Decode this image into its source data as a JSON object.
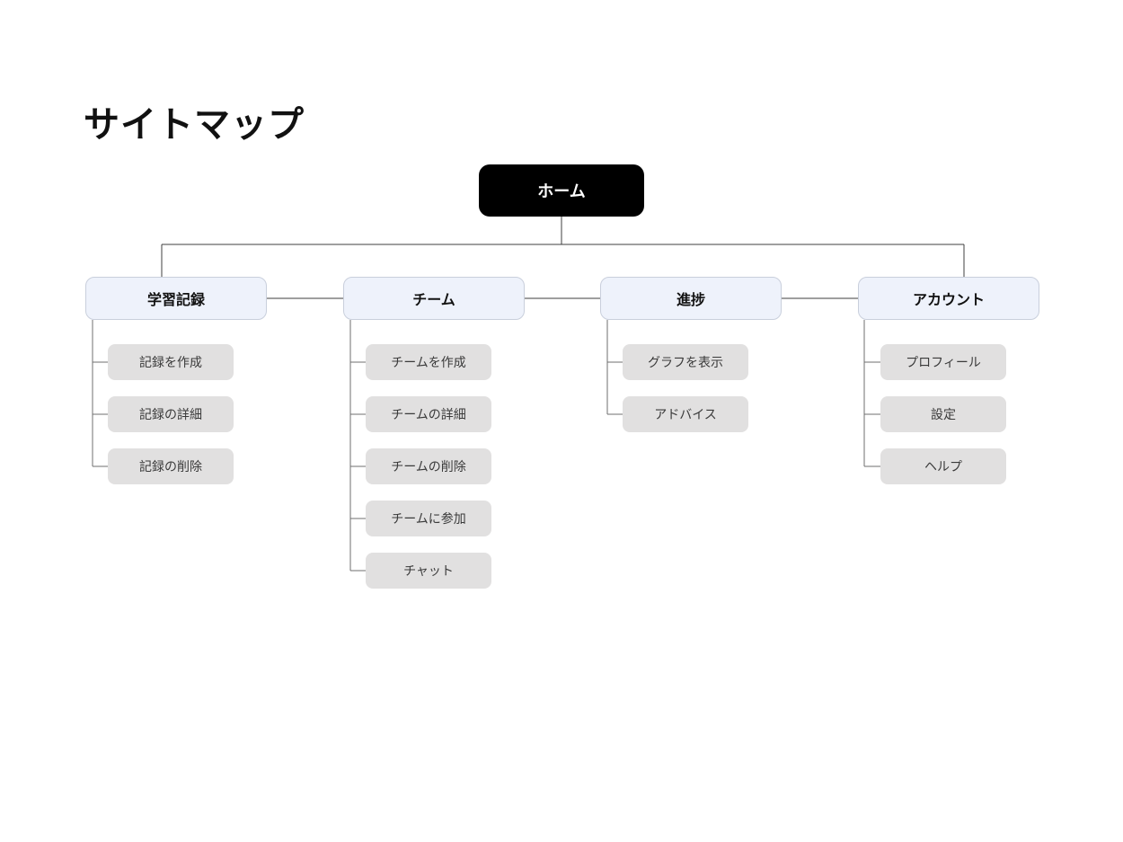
{
  "page": {
    "title": "サイトマップ"
  },
  "colors": {
    "page_bg": "#ffffff",
    "title_color": "#111111",
    "home_bg": "#000000",
    "home_text": "#ffffff",
    "section_fill": "#eef2fb",
    "section_border": "#c9cfdc",
    "section_text": "#111111",
    "child_fill": "#e1e0e0",
    "child_text": "#3a3a3a",
    "line_dark": "#3f3f3f",
    "line_gray": "#6f6f6f"
  },
  "tree": {
    "root": {
      "label": "ホーム"
    },
    "sections": [
      {
        "label": "学習記録",
        "children": [
          "記録を作成",
          "記録の詳細",
          "記録の削除"
        ]
      },
      {
        "label": "チーム",
        "children": [
          "チームを作成",
          "チームの詳細",
          "チームの削除",
          "チームに参加",
          "チャット"
        ]
      },
      {
        "label": "進捗",
        "children": [
          "グラフを表示",
          "アドバイス"
        ]
      },
      {
        "label": "アカウント",
        "children": [
          "プロフィール",
          "設定",
          "ヘルプ"
        ]
      }
    ]
  }
}
